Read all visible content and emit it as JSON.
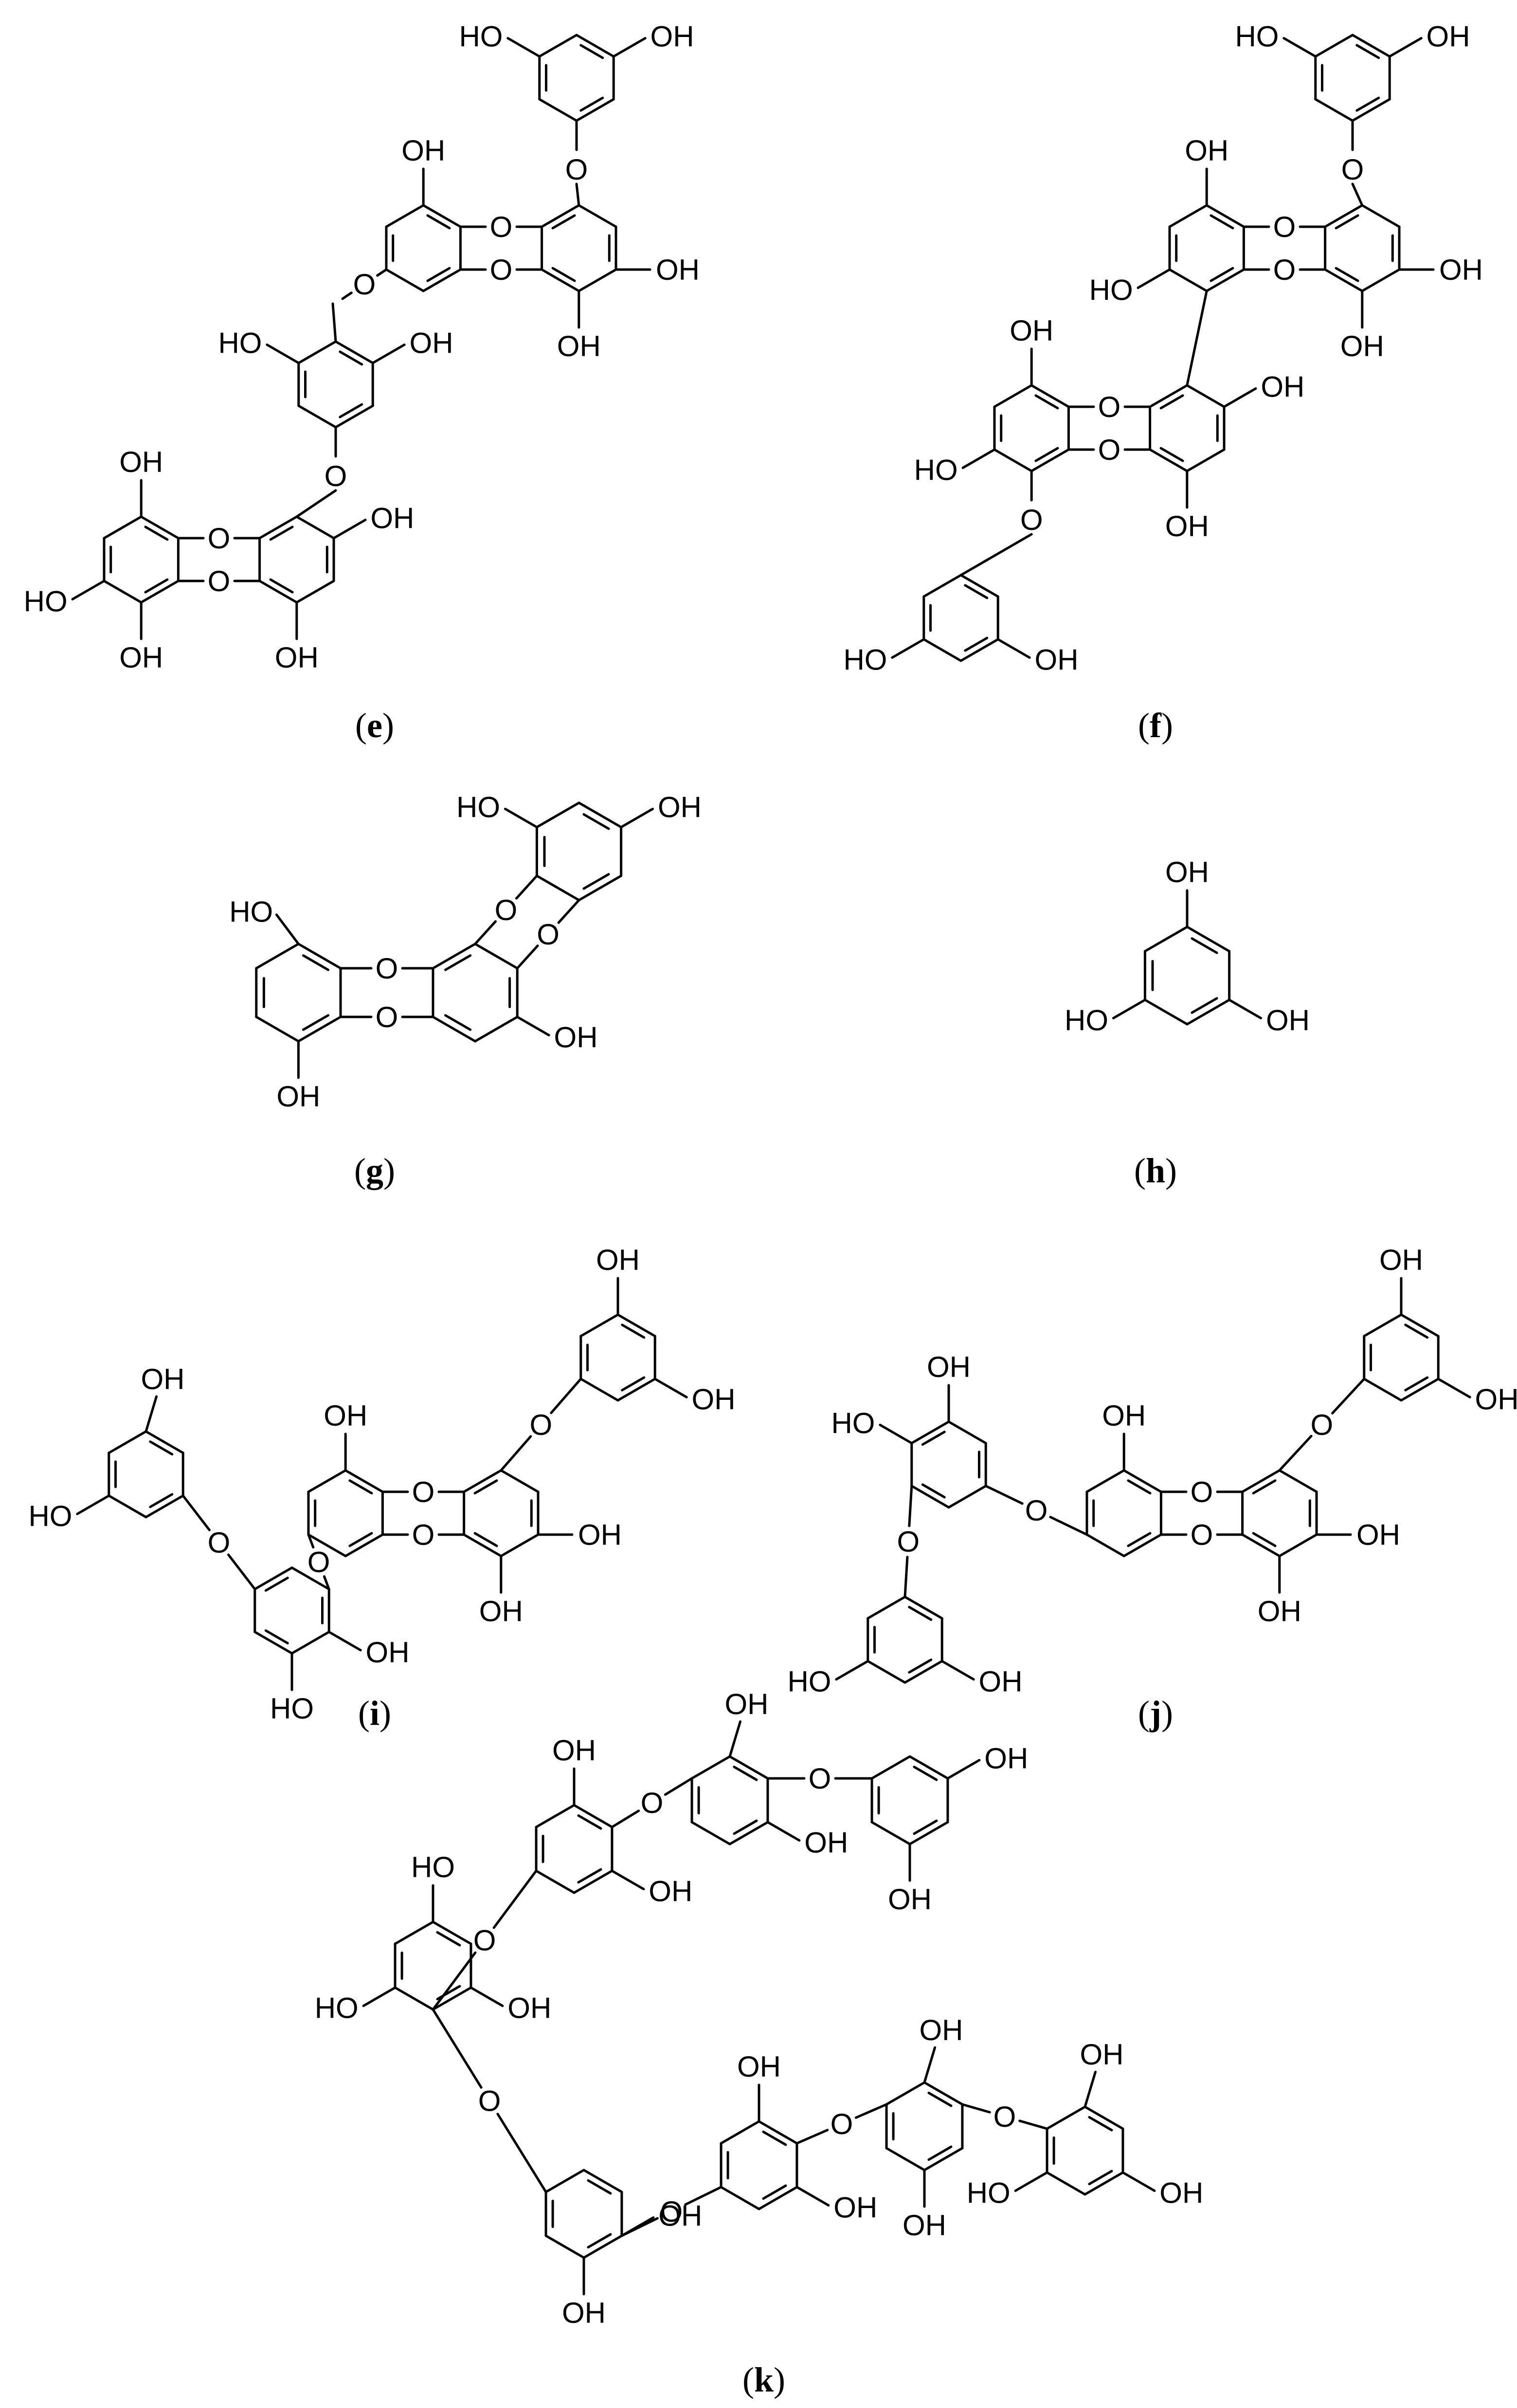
{
  "panels": [
    {
      "id": "e",
      "label": "e"
    },
    {
      "id": "f",
      "label": "f"
    },
    {
      "id": "g",
      "label": "g"
    },
    {
      "id": "h",
      "label": "h"
    },
    {
      "id": "i",
      "label": "i"
    },
    {
      "id": "j",
      "label": "j"
    },
    {
      "id": "k",
      "label": "k"
    }
  ],
  "atom_labels": {
    "hydroxyl": "OH",
    "hydroxyl_left": "HO",
    "oxygen": "O"
  },
  "colors": {
    "ink": "#000000",
    "background": "#ffffff"
  }
}
